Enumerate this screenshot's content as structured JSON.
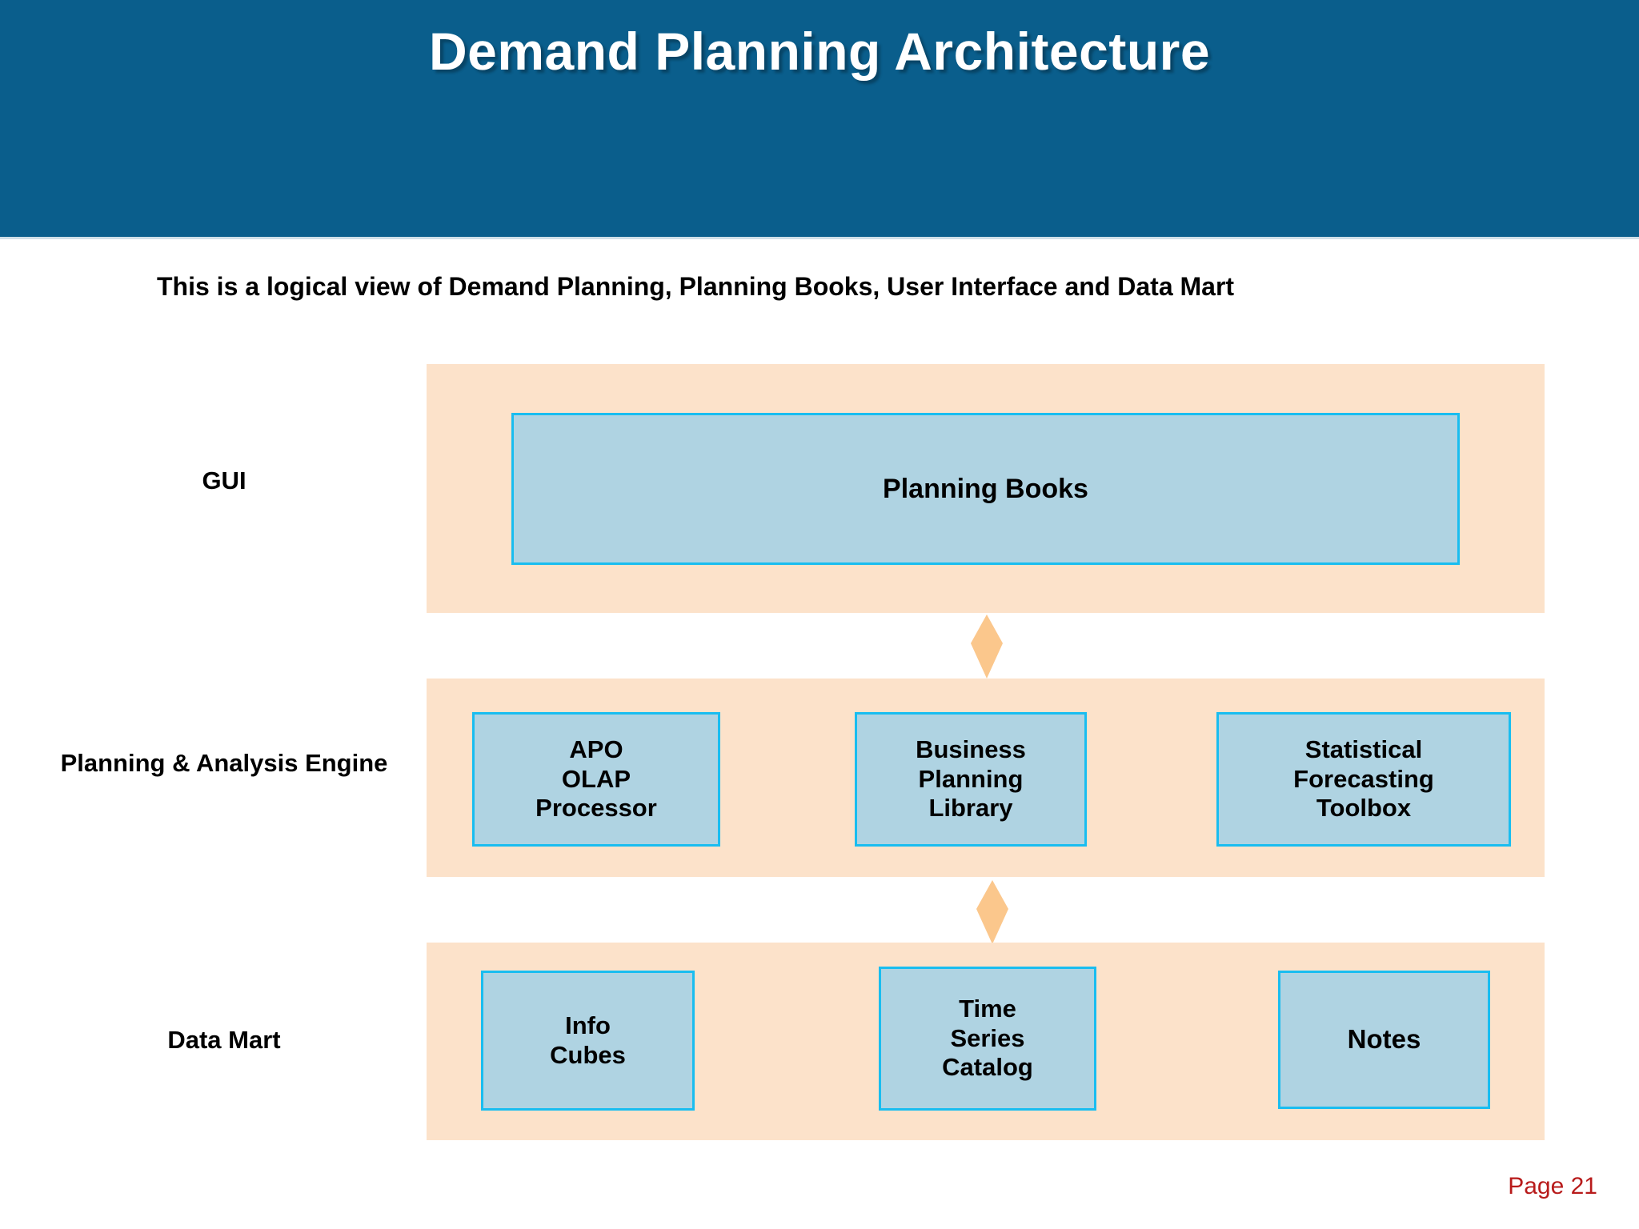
{
  "header": {
    "title": "Demand Planning Architecture",
    "background_color": "#0A5E8C",
    "title_color": "#FFFFFF"
  },
  "subtitle": "This is a logical view of Demand Planning, Planning Books, User Interface and Data Mart",
  "colors": {
    "band_fill": "#FCE2CA",
    "box_fill": "#AFD3E2",
    "box_border": "#19BDF0",
    "diamond_fill": "#FBC78C",
    "page_number": "#B81B1B"
  },
  "rows": [
    {
      "label": "GUI",
      "boxes": [
        {
          "label": "Planning Books"
        }
      ]
    },
    {
      "label": "Planning & Analysis\nEngine",
      "boxes": [
        {
          "label": "APO\nOLAP\nProcessor"
        },
        {
          "label": "Business\nPlanning\nLibrary"
        },
        {
          "label": "Statistical\nForecasting\nToolbox"
        }
      ]
    },
    {
      "label": "Data Mart",
      "boxes": [
        {
          "label": "Info\nCubes"
        },
        {
          "label": "Time\nSeries\nCatalog"
        },
        {
          "label": "Notes"
        }
      ]
    }
  ],
  "connectors": [
    {
      "name": "gui-to-engine",
      "shape": "diamond"
    },
    {
      "name": "engine-to-datamart",
      "shape": "diamond"
    }
  ],
  "footer": {
    "page_number": "Page 21"
  }
}
